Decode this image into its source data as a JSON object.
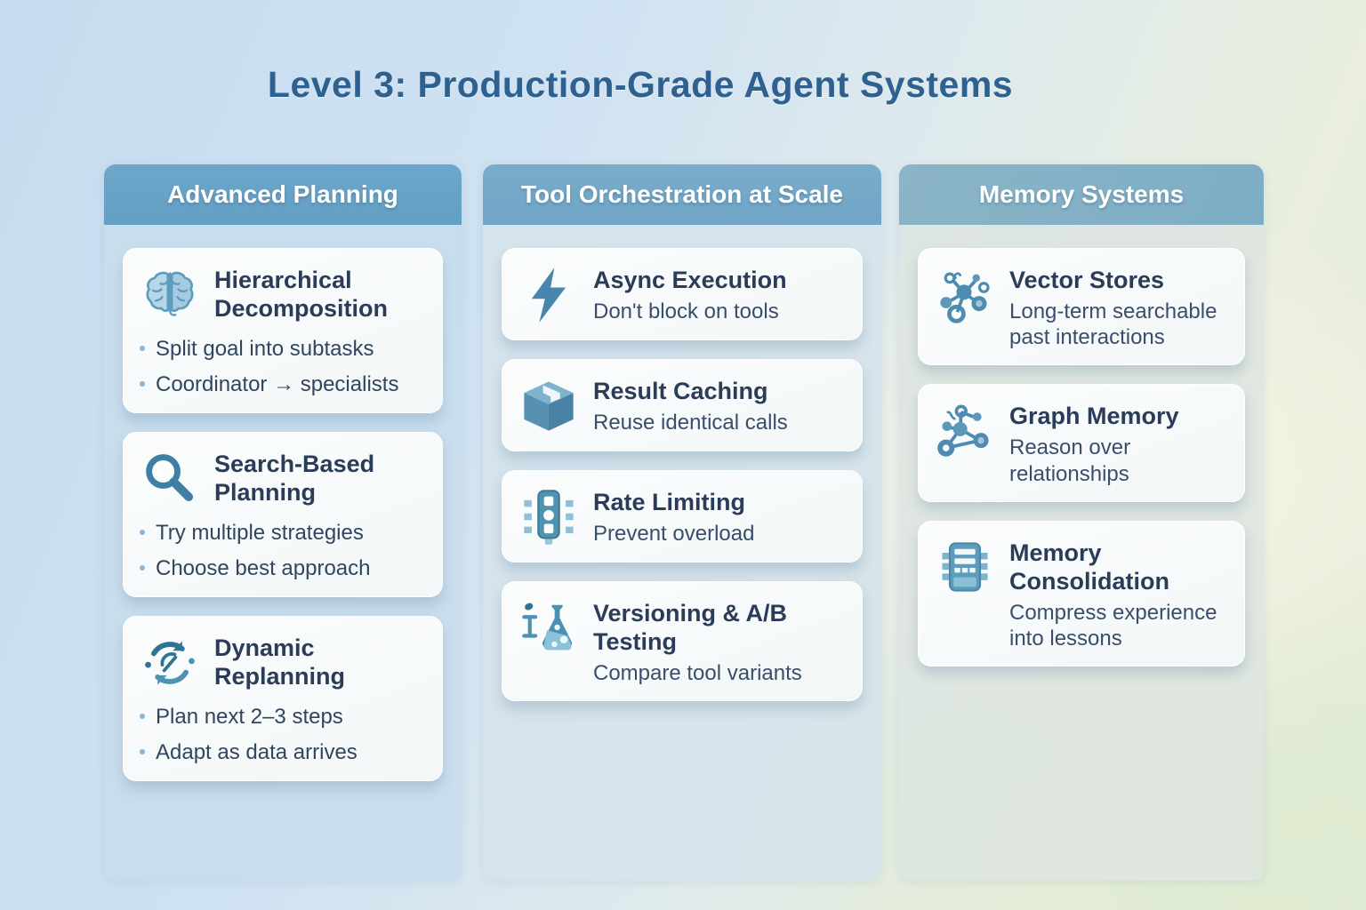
{
  "title": "Level 3: Production-Grade Agent Systems",
  "accent_colors": {
    "title_text": "#2e6190",
    "header_col_1": "#67a4c8",
    "header_col_2": "#76aac9",
    "header_col_3": "#82afc4",
    "card_title_text": "#2b3c58",
    "body_text": "#31455f",
    "icon_blue": "#4a8ab0"
  },
  "columns": [
    {
      "header": "Advanced Planning",
      "cards": [
        {
          "icon": "brain-icon",
          "title": "Hierarchical Decomposition",
          "bullets": [
            "Split goal into subtasks",
            "Coordinator → specialists"
          ]
        },
        {
          "icon": "magnifier-icon",
          "title": "Search-Based Planning",
          "bullets": [
            "Try multiple strategies",
            "Choose best approach"
          ]
        },
        {
          "icon": "replanning-cycle-icon",
          "title": "Dynamic Replanning",
          "bullets": [
            "Plan next 2–3 steps",
            "Adapt as data arrives"
          ]
        }
      ]
    },
    {
      "header": "Tool Orchestration at Scale",
      "cards": [
        {
          "icon": "lightning-icon",
          "title": "Async Execution",
          "subtitle": "Don't block on tools"
        },
        {
          "icon": "cache-box-icon",
          "title": "Result Caching",
          "subtitle": "Reuse identical calls"
        },
        {
          "icon": "traffic-light-icon",
          "title": "Rate Limiting",
          "subtitle": "Prevent overload"
        },
        {
          "icon": "flask-icon",
          "title": "Versioning & A/B Testing",
          "subtitle": "Compare tool variants"
        }
      ]
    },
    {
      "header": "Memory Systems",
      "cards": [
        {
          "icon": "vector-network-icon",
          "title": "Vector Stores",
          "subtitle": "Long-term searchable past interactions"
        },
        {
          "icon": "graph-network-icon",
          "title": "Graph Memory",
          "subtitle": "Reason over relationships"
        },
        {
          "icon": "memory-chip-icon",
          "title": "Memory Consolidation",
          "subtitle": "Compress experience into lessons"
        }
      ]
    }
  ]
}
